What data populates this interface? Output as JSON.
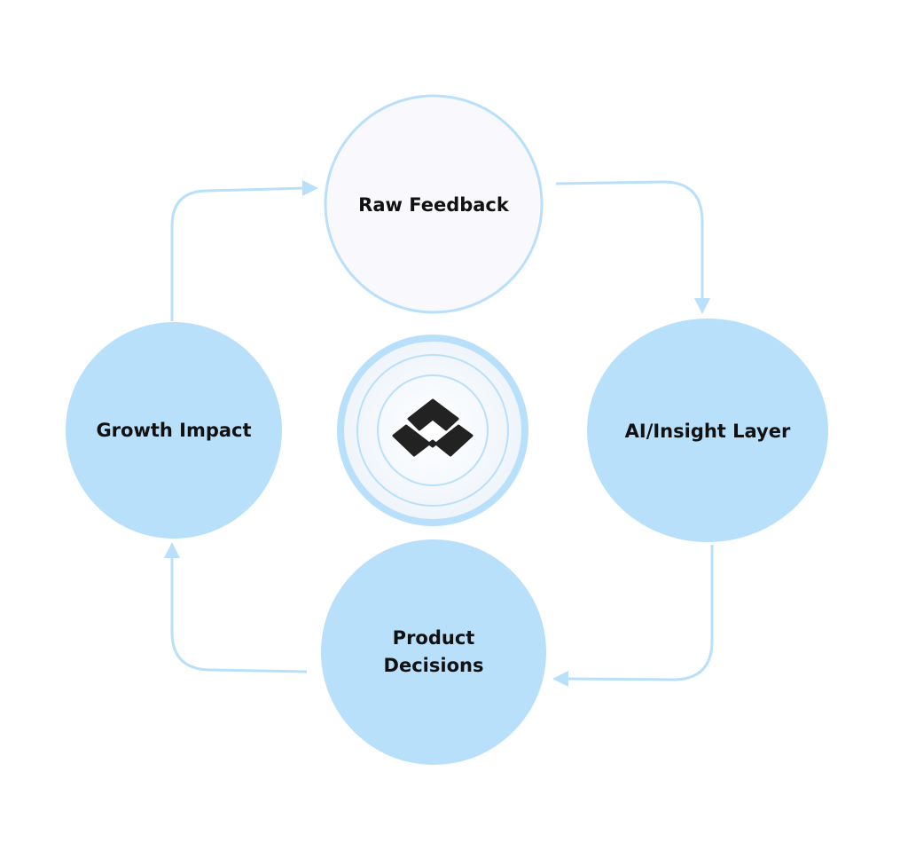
{
  "diagram": {
    "title_nodes": {
      "raw_feedback": "Raw Feedback",
      "ai_insight": "AI/Insight Layer",
      "product_decisions_line1": "Product",
      "product_decisions_line2": "Decisions",
      "growth_impact": "Growth Impact"
    },
    "center_logo": "w-logo-icon",
    "colors": {
      "node_fill": "#b9e0fb",
      "start_node_fill": "#f9f8fc",
      "connector": "#b9e0fb",
      "logo": "#222222"
    }
  }
}
